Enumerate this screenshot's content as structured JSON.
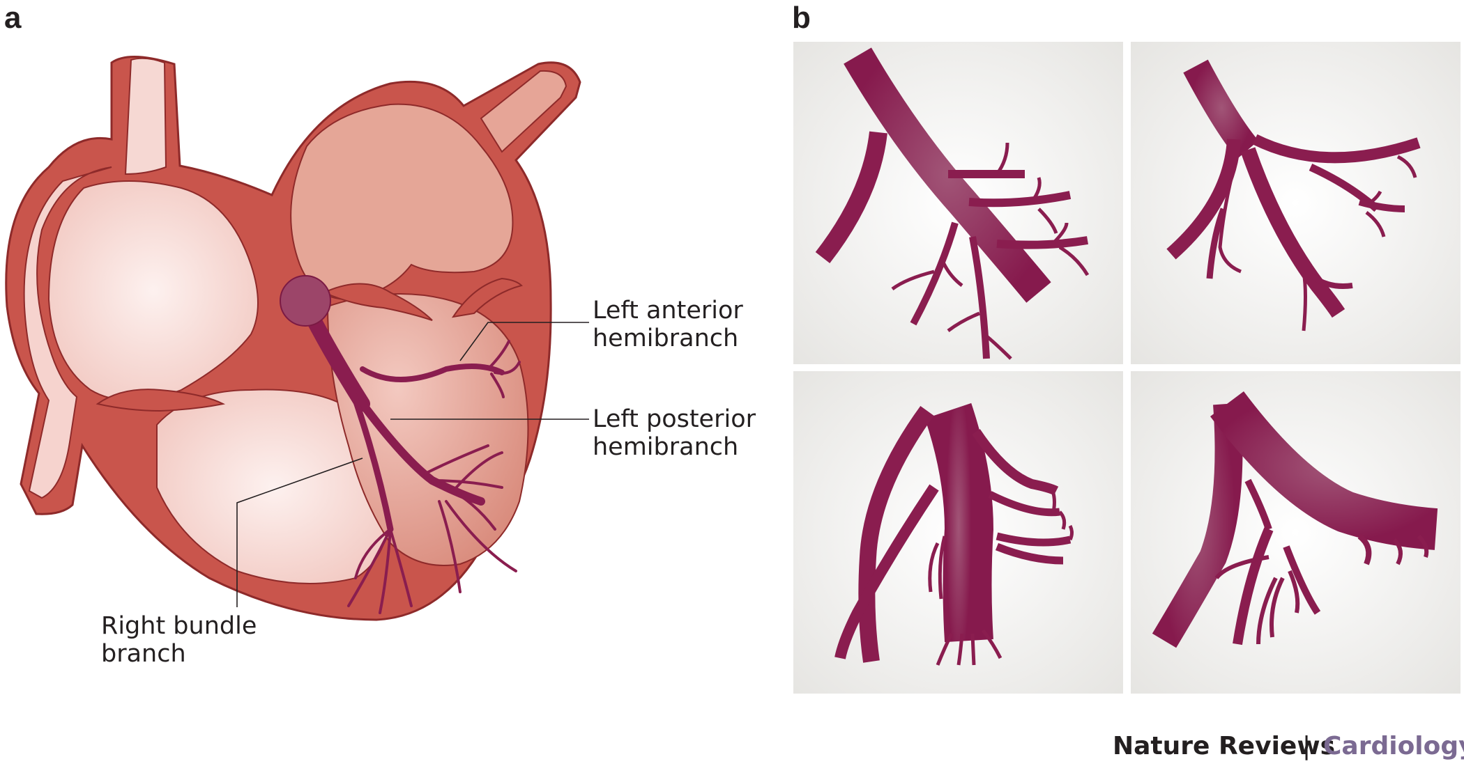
{
  "panel_a": {
    "letter": "a",
    "labels": {
      "left_anterior": [
        "Left anterior",
        "hemibranch"
      ],
      "left_posterior": [
        "Left posterior",
        "hemibranch"
      ],
      "right_bundle": [
        "Right bundle",
        "branch"
      ]
    }
  },
  "panel_b": {
    "letter": "b",
    "variants": [
      "variant-1",
      "variant-2",
      "variant-3",
      "variant-4"
    ]
  },
  "footer": {
    "journal": "Nature Reviews",
    "separator": "|",
    "subject": "Cardiology"
  },
  "colors": {
    "myocardium": "#c9544c",
    "myocardium_outline": "#8e2a2a",
    "chamber_light": "#f9e3e0",
    "chamber_mid": "#e7a799",
    "conduction": "#8a1d4f",
    "conduction_node": "#9c4569",
    "tile_background": "#eeedeb",
    "subject_color": "#7b6a92"
  }
}
